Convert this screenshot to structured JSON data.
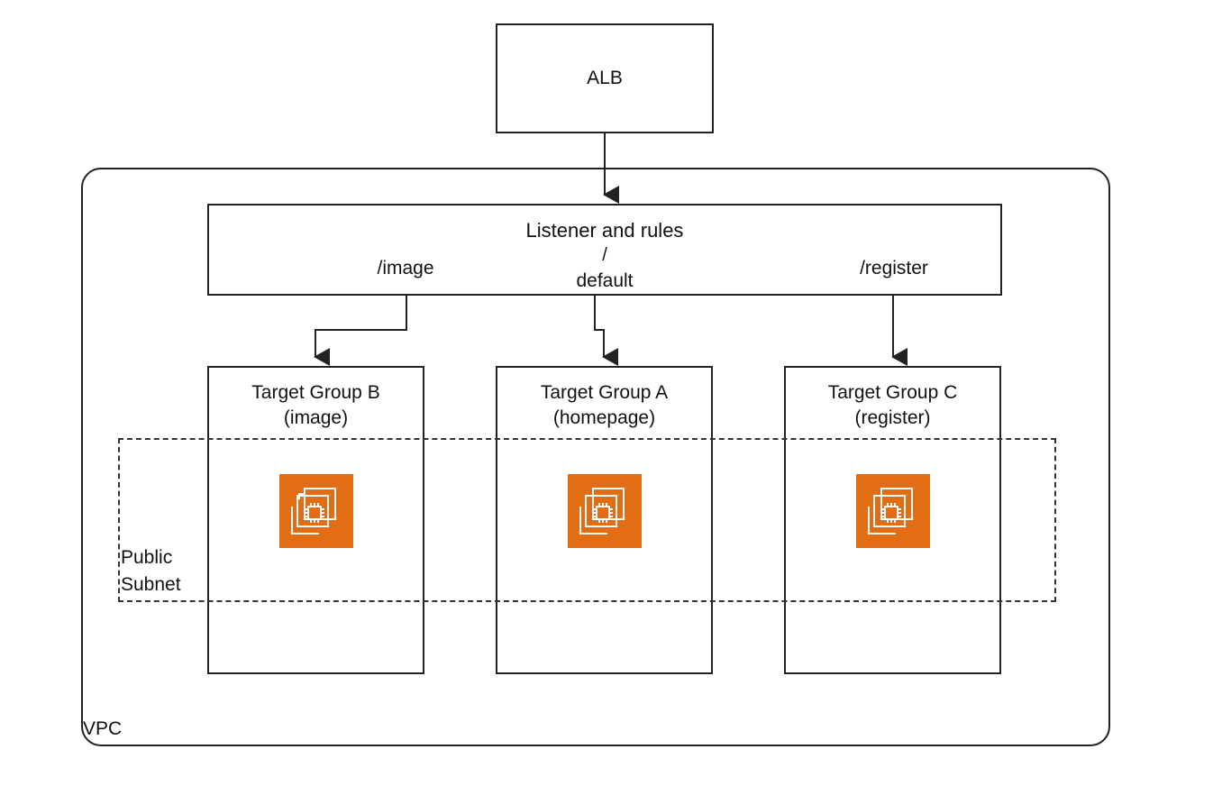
{
  "alb": {
    "label": "ALB"
  },
  "vpc": {
    "label": "VPC"
  },
  "subnet": {
    "label_line1": "Public",
    "label_line2": "Subnet"
  },
  "listener": {
    "title": "Listener and rules",
    "default_slash": "/",
    "default_label": "default",
    "image_path": "/image",
    "register_path": "/register"
  },
  "target_groups": [
    {
      "name": "Target Group B",
      "detail": "(image)"
    },
    {
      "name": "Target Group A",
      "detail": "(homepage)"
    },
    {
      "name": "Target Group C",
      "detail": "(register)"
    }
  ],
  "colors": {
    "ec2_fill": "#e26d14",
    "line": "#222222"
  },
  "icons": [
    "ec2-instance-icon"
  ]
}
